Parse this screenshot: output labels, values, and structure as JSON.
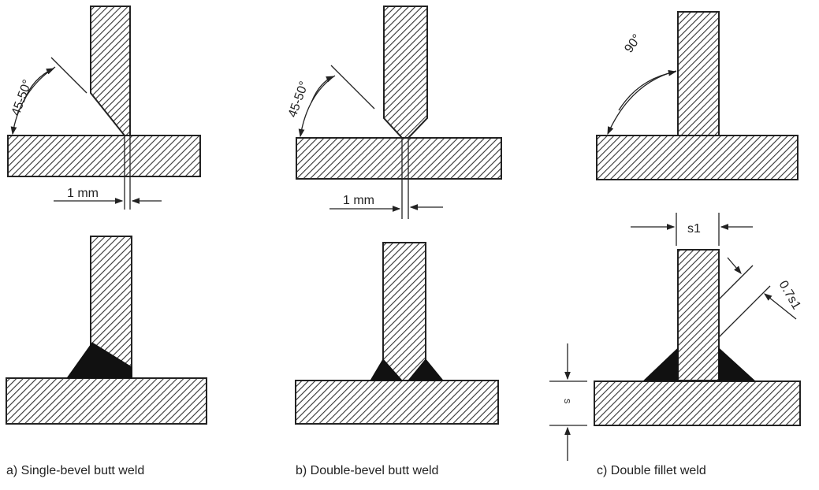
{
  "labels": {
    "angle_a": "45-50°",
    "angle_b": "45-50°",
    "angle_c": "90°",
    "gap_a": "1 mm",
    "gap_b": "1 mm",
    "thickness_s1": "s1",
    "throat": "0.7s1",
    "base_thickness": "s"
  },
  "captions": [
    "a) Single-bevel butt weld",
    "b) Double-bevel butt weld",
    "c) Double fillet weld"
  ],
  "colors": {
    "line": "#222222",
    "weld": "#111111"
  }
}
